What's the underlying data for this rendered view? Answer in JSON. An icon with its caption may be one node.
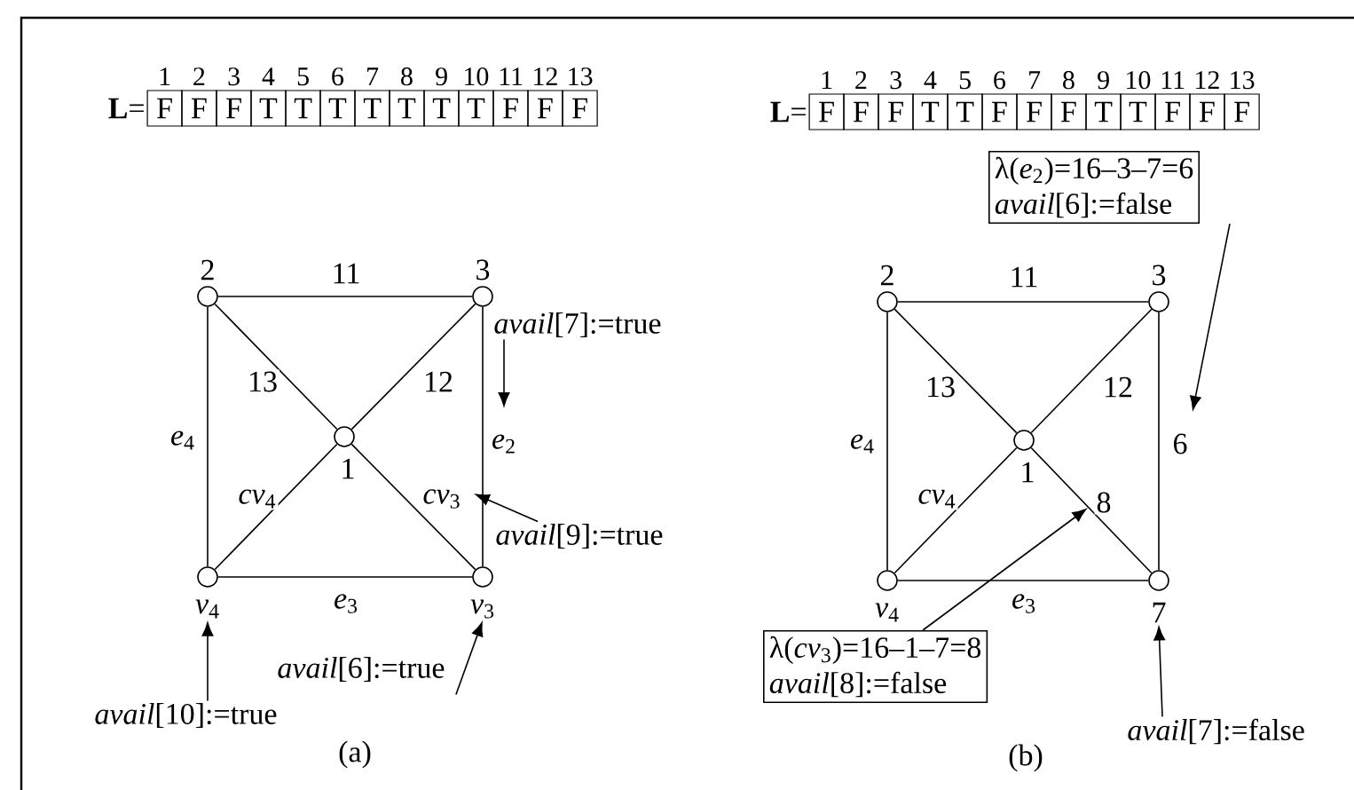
{
  "diagram": {
    "nodes": [
      {
        "text": [
          "2"
        ]
      },
      {
        "text": [
          "3"
        ]
      },
      {
        "text": [
          "1"
        ]
      },
      {
        "text": [
          "*v*$_{4}$"
        ]
      },
      {
        "text": [
          "*v*$_{3}$"
        ]
      },
      {
        "text": [
          "*avail*[7]:=true"
        ]
      },
      {
        "text": [
          "*avail*[9]:=true"
        ]
      },
      {
        "text": [
          "*avail*[6]:=true"
        ]
      },
      {
        "text": [
          "*avail*[10]:=true"
        ]
      },
      {
        "text": [
          "2"
        ]
      },
      {
        "text": [
          "3"
        ]
      },
      {
        "text": [
          "1"
        ]
      },
      {
        "text": [
          "*v*$_{4}$"
        ]
      },
      {
        "text": [
          "7"
        ]
      },
      {
        "text": [
          "λ(*e*$_{2}$)=16–3–7=6",
          "*avail*[6]:=false"
        ]
      },
      {
        "text": [
          "λ(*cv*$_{3}$)=16–1–7=8",
          "*avail*[8]:=false"
        ]
      },
      {
        "text": [
          "*avail*[7]:=false"
        ]
      }
    ],
    "edges": [
      {
        "from": 0,
        "to": 1,
        "arrow": "none",
        "label": "11"
      },
      {
        "from": 0,
        "to": 3,
        "arrow": "none",
        "label": "*e*$_{4}$"
      },
      {
        "from": 1,
        "to": 4,
        "arrow": "none",
        "label": "*e*$_{2}$"
      },
      {
        "from": 3,
        "to": 4,
        "arrow": "none",
        "label": "*e*$_{3}$"
      },
      {
        "from": 0,
        "to": 2,
        "arrow": "none",
        "label": "13"
      },
      {
        "from": 1,
        "to": 2,
        "arrow": "none",
        "label": "12"
      },
      {
        "from": 2,
        "to": 3,
        "arrow": "none",
        "label": "*cv*$_{4}$"
      },
      {
        "from": 2,
        "to": 4,
        "arrow": "none",
        "label": "*cv*$_{3}$"
      },
      {
        "from": 5,
        "to": null,
        "arrow": "to"
      },
      {
        "from": 6,
        "to": null,
        "arrow": "to"
      },
      {
        "from": 7,
        "to": 4,
        "arrow": "to"
      },
      {
        "from": 8,
        "to": 3,
        "arrow": "to"
      },
      {
        "from": 9,
        "to": 10,
        "arrow": "none",
        "label": "11"
      },
      {
        "from": 9,
        "to": 12,
        "arrow": "none",
        "label": "*e*$_{4}$"
      },
      {
        "from": 10,
        "to": 13,
        "arrow": "none",
        "label": "6"
      },
      {
        "from": 12,
        "to": 13,
        "arrow": "none",
        "label": "*e*$_{3}$"
      },
      {
        "from": 9,
        "to": 11,
        "arrow": "none",
        "label": "13"
      },
      {
        "from": 10,
        "to": 11,
        "arrow": "none",
        "label": "12"
      },
      {
        "from": 11,
        "to": 12,
        "arrow": "none",
        "label": "*cv*$_{4}$"
      },
      {
        "from": 11,
        "to": 13,
        "arrow": "none",
        "label": "8"
      },
      {
        "from": 14,
        "to": null,
        "arrow": "to"
      },
      {
        "from": 15,
        "to": null,
        "arrow": "to"
      },
      {
        "from": 16,
        "to": 13,
        "arrow": "to"
      }
    ],
    "labels": [
      "**L**=",
      "1",
      "2",
      "3",
      "4",
      "5",
      "6",
      "7",
      "8",
      "9",
      "10",
      "11",
      "12",
      "13",
      "F",
      "F",
      "F",
      "T",
      "T",
      "T",
      "T",
      "T",
      "T",
      "T",
      "F",
      "F",
      "F",
      "**L**=",
      "1",
      "2",
      "3",
      "4",
      "5",
      "6",
      "7",
      "8",
      "9",
      "10",
      "11",
      "12",
      "13",
      "F",
      "F",
      "F",
      "T",
      "T",
      "F",
      "F",
      "F",
      "T",
      "T",
      "F",
      "F",
      "F",
      "(a)",
      "(b)"
    ]
  }
}
